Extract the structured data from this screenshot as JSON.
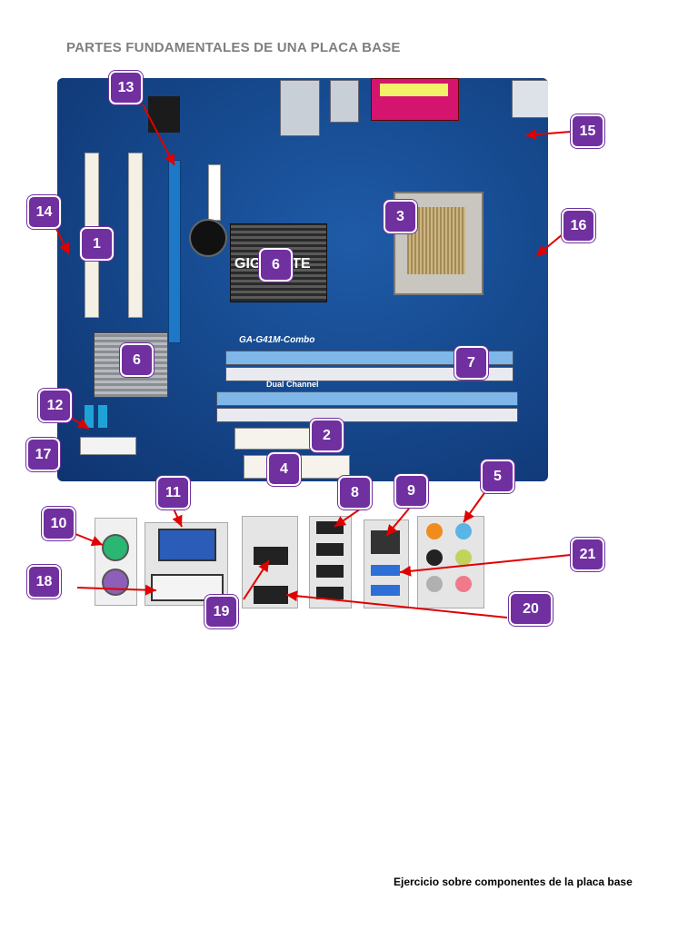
{
  "document": {
    "title": "PARTES FUNDAMENTALES DE UNA PLACA BASE",
    "footer": "Ejercicio sobre componentes de la placa base"
  },
  "board_text": {
    "brand": "GIGABYTE",
    "model": "GA-G41M-Combo",
    "dual": "Dual Channel"
  },
  "labels": [
    "13",
    "14",
    "1",
    "6",
    "3",
    "15",
    "16",
    "6",
    "7",
    "12",
    "2",
    "17",
    "4",
    "11",
    "8",
    "9",
    "5",
    "10",
    "21",
    "18",
    "19",
    "20"
  ],
  "colors": {
    "badge": "#7030a0",
    "arrow": "#e00000",
    "board": "#164a8f"
  }
}
